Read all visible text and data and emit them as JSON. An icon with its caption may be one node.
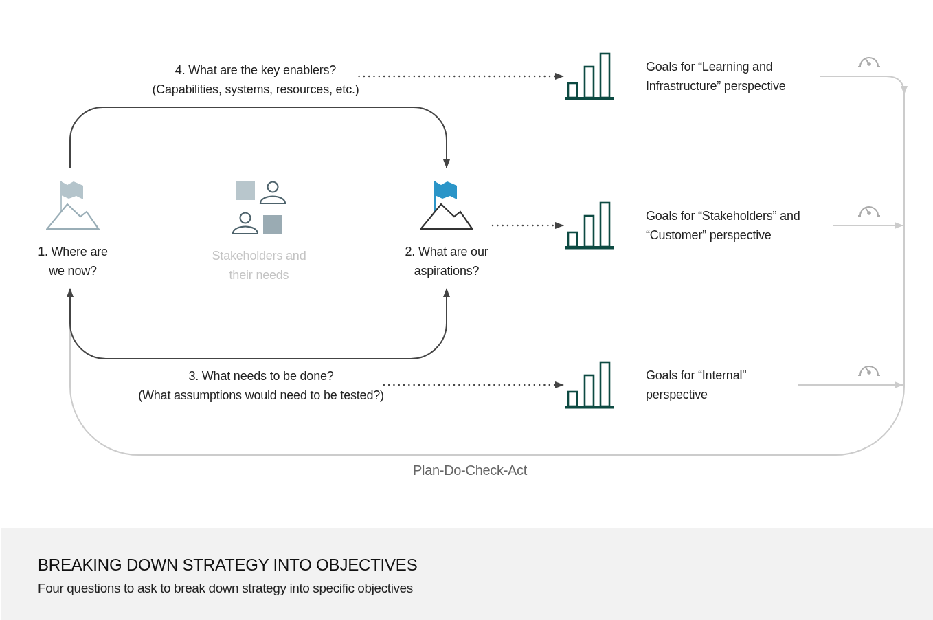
{
  "diagram": {
    "title": "BREAKING DOWN STRATEGY INTO OBJECTIVES",
    "caption": "Four questions to ask to break down strategy into specific objectives",
    "nodes": [
      {
        "text": [
          "4. What are the key enablers?",
          "(Capabilities, systems, resources, etc.)"
        ]
      },
      {
        "text": [
          "Goals for “Learning and Infrastructure” perspective"
        ]
      },
      {
        "text": [
          "1. Where are we now?"
        ]
      },
      {
        "text": [
          "Stakeholders and their needs"
        ]
      },
      {
        "text": [
          "2. What are our aspirations?"
        ]
      },
      {
        "text": [
          "Goals for “Stakeholders” and “Customer” perspective"
        ]
      },
      {
        "text": [
          "3. What needs to be done?",
          "(What assumptions would need to be tested?)"
        ]
      },
      {
        "text": [
          "Goals for “Internal\" perspective"
        ]
      }
    ],
    "edges": [
      {
        "from": 2,
        "to": 4,
        "arrow": "to"
      },
      {
        "from": 2,
        "to": 4,
        "arrow": "both"
      },
      {
        "from": 0,
        "to": 1,
        "arrow": "to",
        "style": "dashed"
      },
      {
        "from": 4,
        "to": 5,
        "arrow": "to",
        "style": "dashed"
      },
      {
        "from": 6,
        "to": 7,
        "arrow": "to",
        "style": "dashed"
      },
      {
        "from": 1,
        "to": 2,
        "arrow": "to",
        "color": "#cccccc"
      },
      {
        "from": 5,
        "to": 2,
        "arrow": "to",
        "color": "#cccccc"
      },
      {
        "from": 7,
        "to": 2,
        "arrow": "to",
        "color": "#cccccc"
      }
    ],
    "labels": [
      "Plan-Do-Check-Act"
    ]
  }
}
